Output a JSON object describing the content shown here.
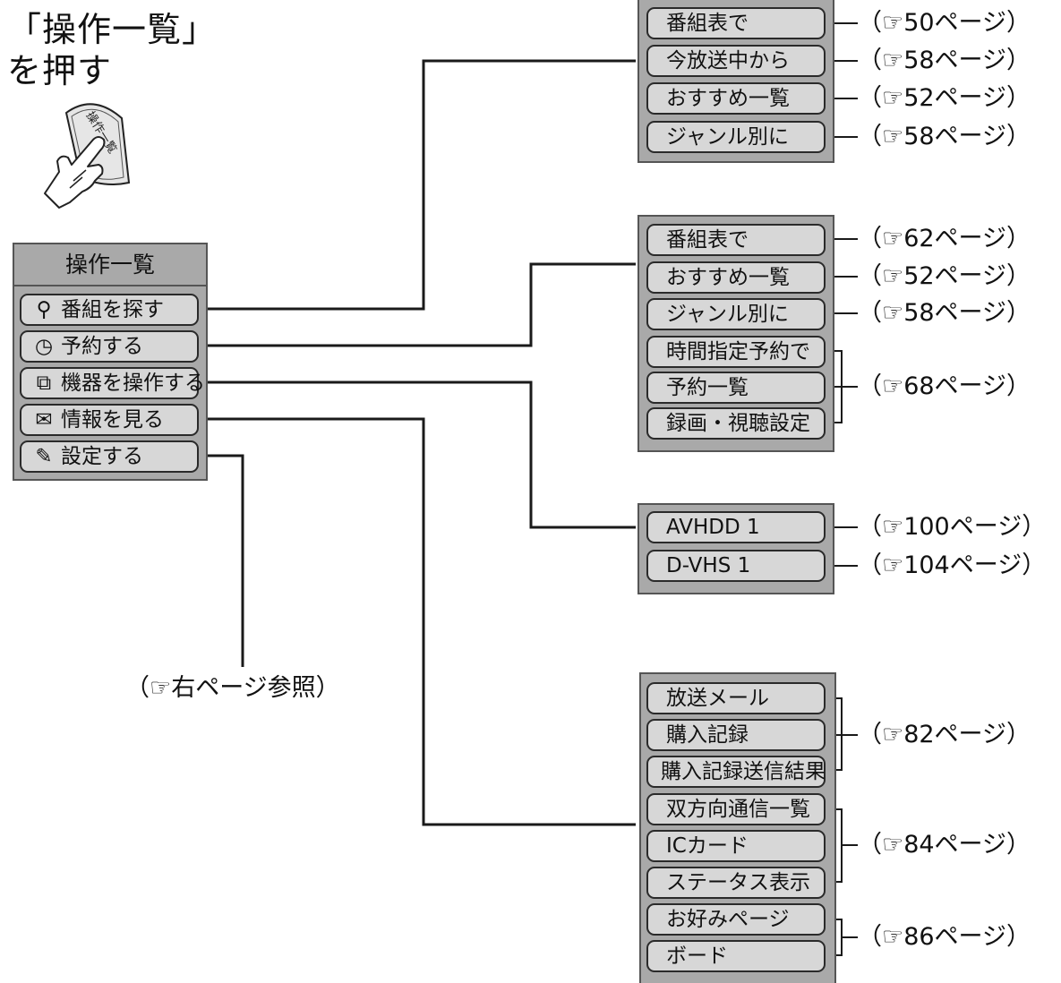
{
  "heading": {
    "line1": "「操作一覧」",
    "line2": "を押す"
  },
  "remote_button": {
    "label": "操作一覧"
  },
  "menu": {
    "title": "操作一覧",
    "items": [
      {
        "icon": "search-icon",
        "glyph": "⚲",
        "label": "番組を探す"
      },
      {
        "icon": "clock-icon",
        "glyph": "◷",
        "label": "予約する"
      },
      {
        "icon": "device-icon",
        "glyph": "⧉",
        "label": "機器を操作する"
      },
      {
        "icon": "mail-icon",
        "glyph": "✉",
        "label": "情報を見る"
      },
      {
        "icon": "wrench-icon",
        "glyph": "✎",
        "label": "設定する"
      }
    ]
  },
  "note_settings": "（☞右ページ参照）",
  "submenus": [
    {
      "items": [
        "番組表で",
        "今放送中から",
        "おすすめ一覧",
        "ジャンル別に"
      ],
      "refs": [
        "（☞50ページ）",
        "（☞58ページ）",
        "（☞52ページ）",
        "（☞58ページ）"
      ]
    },
    {
      "items": [
        "番組表で",
        "おすすめ一覧",
        "ジャンル別に",
        "時間指定予約で",
        "予約一覧",
        "録画・視聴設定"
      ],
      "refs": [
        "（☞62ページ）",
        "（☞52ページ）",
        "（☞58ページ）",
        "（☞68ページ）"
      ]
    },
    {
      "items": [
        "AVHDD 1",
        "D-VHS 1"
      ],
      "refs": [
        "（☞100ページ）",
        "（☞104ページ）"
      ]
    },
    {
      "items": [
        "放送メール",
        "購入記録",
        "購入記録送信結果",
        "双方向通信一覧",
        "ICカード",
        "ステータス表示",
        "お好みページ",
        "ボード"
      ],
      "refs": [
        "（☞82ページ）",
        "（☞84ページ）",
        "（☞86ページ）"
      ]
    }
  ],
  "colors": {
    "panel": "#a9a9a9",
    "item": "#d7d7d7",
    "line": "#1a1a1a"
  }
}
